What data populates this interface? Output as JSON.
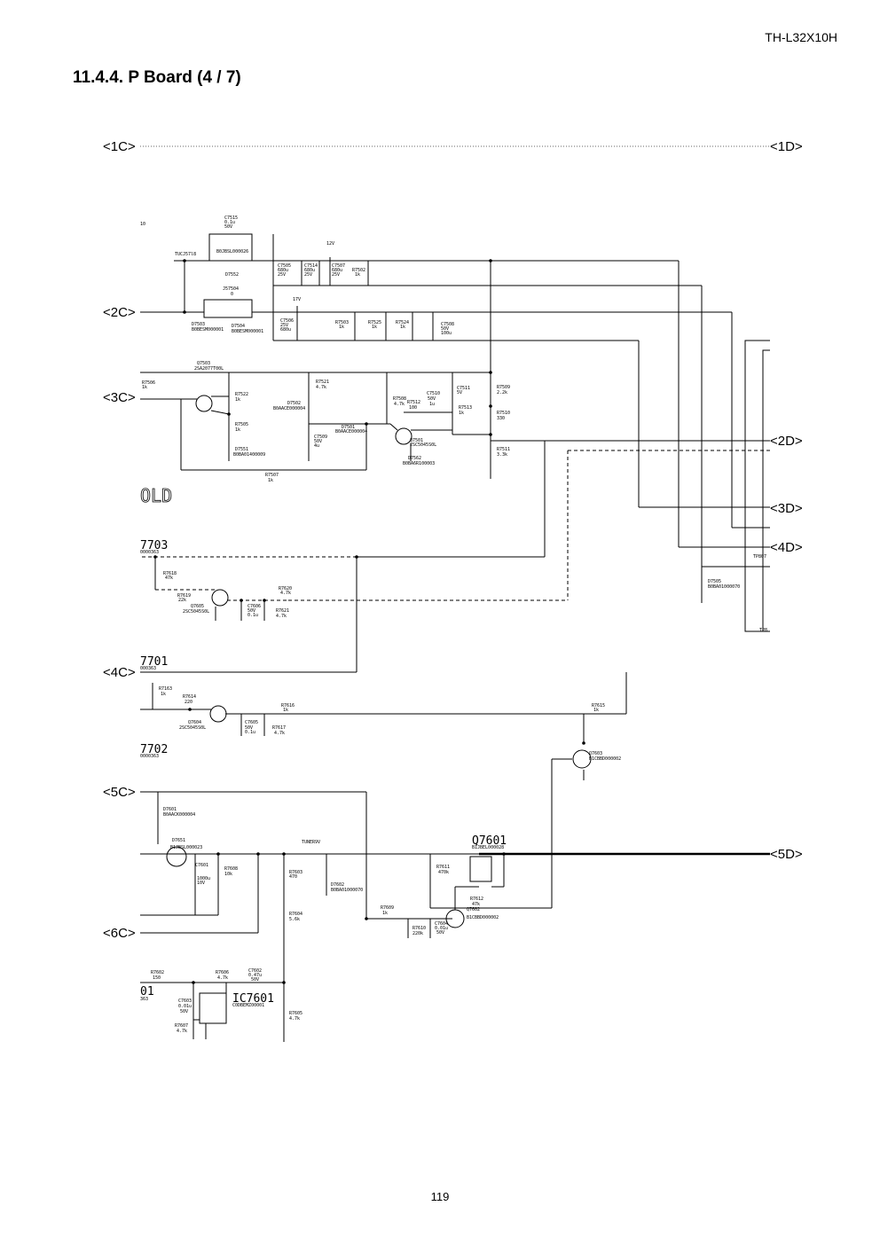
{
  "header": {
    "model": "TH-L32X10H"
  },
  "section": {
    "title": "11.4.4.    P Board (4 / 7)"
  },
  "footer": {
    "page": "119"
  },
  "connectors": {
    "c1C": "<1C>",
    "c1D": "<1D>",
    "c2C": "<2C>",
    "c3C": "<3C>",
    "c2D": "<2D>",
    "c3D": "<3D>",
    "c4D": "<4D>",
    "c4C": "<4C>",
    "c5C": "<5C>",
    "c5D": "<5D>",
    "c6C": "<6C>"
  },
  "components": {
    "c7515": "C7515",
    "c7515v": "0.1u",
    "c7515r": "50V",
    "tucj57l8": "TUCJ57l8",
    "b0jbsl": "B0JBSL000026",
    "d7552": "D7552",
    "v12": "12V",
    "v17": "17V",
    "c7505": "C7505",
    "c7505v": "680u",
    "c7505r": "25V",
    "c7514": "C7514",
    "c7514v": "680u",
    "c7514r": "25V",
    "c7507": "C7507",
    "c7507v": "680u",
    "c7507r": "25V",
    "r7502": "R7502",
    "r7502v": "1k",
    "j57504": "J57504",
    "j57504v": "0",
    "d7503": "D7503",
    "d7503p": "B0BESM000001",
    "d7504": "D7504",
    "d7504p": "B0BESM000001",
    "c7506": "C7506",
    "c7506v": "25V",
    "c7506r": "680u",
    "r7503": "R7503",
    "r7503v": "1k",
    "r7525": "R7525",
    "r7525v": "1k",
    "r7524": "R7524",
    "r7524v": "1k",
    "c7508": "C7508",
    "c7508v": "50V",
    "c7508r": "100u",
    "q7503": "Q7503",
    "q7503p": "2SA2077T00L",
    "r7506": "R7506",
    "r7506v": "1k",
    "r7522": "R7522",
    "r7522v": "1k",
    "r7505": "R7505",
    "r7505v": "1k",
    "d7551": "D7551",
    "d7551p": "B0BA01400009",
    "r7507": "R7507",
    "r7507v": "1k",
    "r7521": "R7521",
    "r7521v": "4.7k",
    "d7502": "D7502",
    "d7502p": "B0AACE000004",
    "c7509": "C7509",
    "c7509v": "50V",
    "c7509r": "4u",
    "d7501": "D7501",
    "d7501p": "B0AACE000004",
    "r7508": "R7508",
    "r7508v": "4.7k",
    "r7512": "R7512",
    "r7512v": "100",
    "c7510": "C7510",
    "c7510v": "50V",
    "c7510r": "1u",
    "c7511": "C7511",
    "c7511v": "5V",
    "r7513": "R7513",
    "r7513v": "1k",
    "r7509": "R7509",
    "r7509v": "2.2k",
    "r7510": "R7510",
    "r7510v": "330",
    "r7511": "R7511",
    "r7511v": "3.3k",
    "q7501": "Q7501",
    "q7501p": "2SC5045S0L",
    "d7562": "D7562",
    "d7562p": "B0BA6R100003",
    "hold": "OLD",
    "q7703": "7703",
    "q7703p": "0000363",
    "r7618": "R7618",
    "r7618v": "47k",
    "r7619": "R7619",
    "r7619v": "22k",
    "q7605": "Q7605",
    "q7605p": "2SC5045S0L",
    "c7606": "C7606",
    "c7606v": "50V",
    "c7606r": "0.1u",
    "r7620": "R7620",
    "r7620v": "4.7k",
    "r7621": "R7621",
    "r7621v": "4.7k",
    "tp807": "TP807",
    "d7505": "D7505",
    "d7505p": "B0BA01000070",
    "tp8": "TP8",
    "q7701": "7701",
    "q7701p": "000363",
    "r7163": "R7163",
    "r7163v": "1k",
    "r7614": "R7614",
    "r7614v": "220",
    "q7604": "Q7604",
    "q7604p": "2SC5045S0L",
    "c7605": "C7605",
    "c7605v": "50V",
    "c7605r": "0.1u",
    "r7616": "R7616",
    "r7616v": "1k",
    "r7617": "R7617",
    "r7617v": "4.7k",
    "r7615": "R7615",
    "r7615v": "1k",
    "q7603": "Q7603",
    "q7603p": "B1CBBD000002",
    "q7702": "7702",
    "q7702p": "0000363",
    "d7601": "D7601",
    "d7601p": "B0AACK000004",
    "d7651": "D7651",
    "d7651p": "B1JBSL000023",
    "c7601": "C7601",
    "c7601v": "1000u",
    "c7601r": "10V",
    "r7608": "R7608",
    "r7608v": "10k",
    "tuner": "TUNER9V",
    "r7603": "R7603",
    "r7603v": "470",
    "d7602": "D7602",
    "d7602p": "B0BA01000070",
    "r7604": "R7604",
    "r7604v": "5.6k",
    "r7609": "R7609",
    "r7609v": "1k",
    "r7610": "R7610",
    "r7610v": "220k",
    "c7604": "C7604",
    "c7604v": "0.01u",
    "c7604r": "50V",
    "q7601": "Q7601",
    "q7601p": "B1JBEL000028",
    "r7611": "R7611",
    "r7611v": "470k",
    "r7612": "R7612",
    "r7612v": "47k",
    "q7602": "Q7602",
    "q7602p": "B1CBBD000002",
    "r7602": "R7602",
    "r7602v": "150",
    "r7606": "R7606",
    "r7606v": "4.7k",
    "c7602": "C7602",
    "c7602v": "0.47u",
    "c7602r": "50V",
    "ic7601": "IC7601",
    "ic7601p": "C0DBEMZ00001",
    "c7603": "C7603",
    "c7603v": "0.01u",
    "c7603r": "50V",
    "r7607": "R7607",
    "r7607v": "4.7k",
    "r7605": "R7605",
    "r7605v": "4.7k",
    "t01": "01",
    "t363": "363",
    "t10": "10"
  }
}
